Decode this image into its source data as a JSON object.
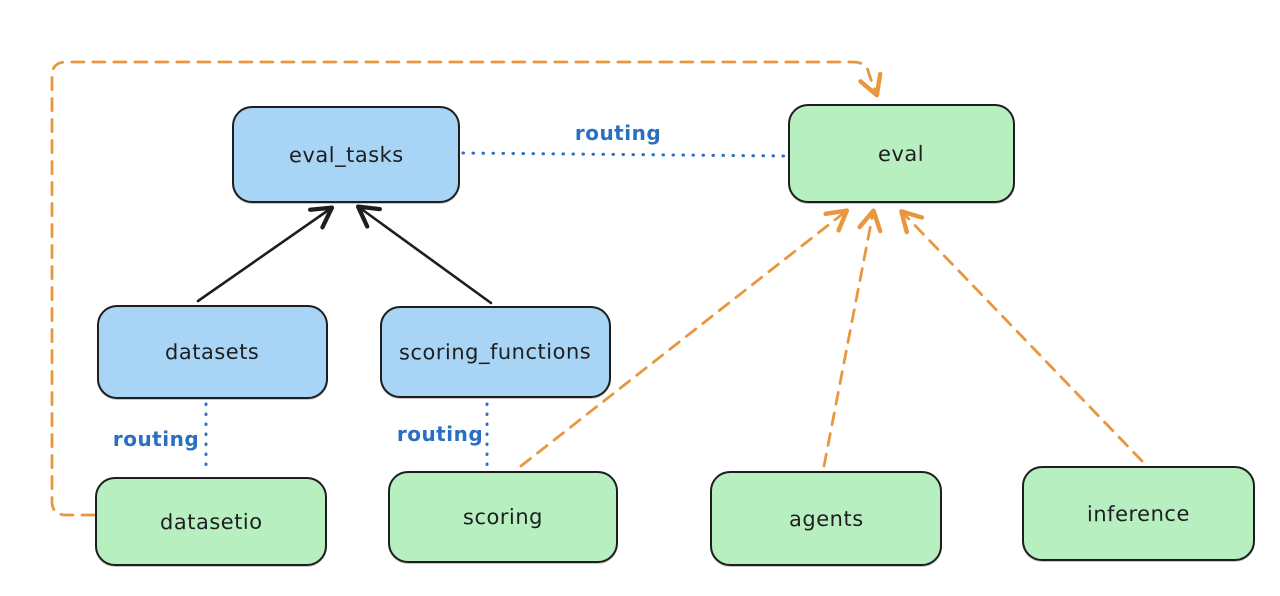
{
  "diagram": {
    "nodes": {
      "eval_tasks": {
        "label": "eval_tasks",
        "fill": "#a8d4f6"
      },
      "eval": {
        "label": "eval",
        "fill": "#b7efc1"
      },
      "datasets": {
        "label": "datasets",
        "fill": "#a8d4f6"
      },
      "scoring_functions": {
        "label": "scoring_functions",
        "fill": "#a8d4f6"
      },
      "datasetio": {
        "label": "datasetio",
        "fill": "#b7efc1"
      },
      "scoring": {
        "label": "scoring",
        "fill": "#b7efc1"
      },
      "agents": {
        "label": "agents",
        "fill": "#b7efc1"
      },
      "inference": {
        "label": "inference",
        "fill": "#b7efc1"
      }
    },
    "edges": [
      {
        "from": "datasets",
        "to": "eval_tasks",
        "style": "solid-black-arrow",
        "label": ""
      },
      {
        "from": "scoring_functions",
        "to": "eval_tasks",
        "style": "solid-black-arrow",
        "label": ""
      },
      {
        "from": "eval_tasks",
        "to": "eval",
        "style": "dotted-blue",
        "label": "routing"
      },
      {
        "from": "datasets",
        "to": "datasetio",
        "style": "dotted-blue",
        "label": "routing"
      },
      {
        "from": "scoring_functions",
        "to": "scoring",
        "style": "dotted-blue",
        "label": "routing"
      },
      {
        "from": "datasetio",
        "to": "eval",
        "style": "dashed-orange-arrow",
        "label": ""
      },
      {
        "from": "scoring",
        "to": "eval",
        "style": "dashed-orange-arrow",
        "label": ""
      },
      {
        "from": "agents",
        "to": "eval",
        "style": "dashed-orange-arrow",
        "label": ""
      },
      {
        "from": "inference",
        "to": "eval",
        "style": "dashed-orange-arrow",
        "label": ""
      }
    ],
    "edge_labels": {
      "eval_tasks_eval": "routing",
      "datasets_datasetio": "routing",
      "scoring_functions_scoring": "routing"
    },
    "colors": {
      "background": "#ffffff",
      "node_border": "#1e1e1e",
      "node_blue": "#a8d4f6",
      "node_green": "#b7efc1",
      "arrow_black": "#1e1e1e",
      "routing_blue": "#2b6fc2",
      "provider_orange": "#e8973f"
    }
  }
}
